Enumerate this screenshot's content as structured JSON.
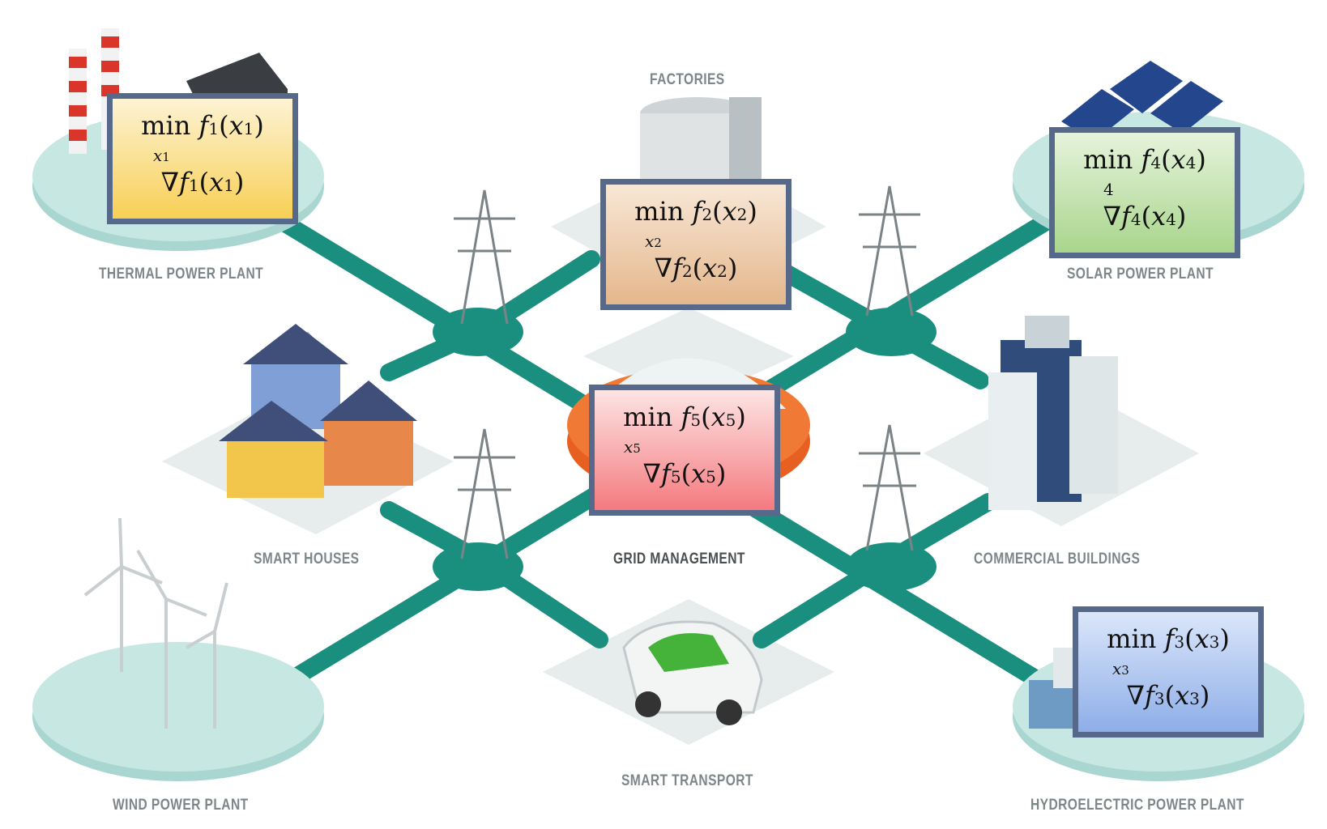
{
  "sites": {
    "thermal": "THERMAL POWER PLANT",
    "factories": "FACTORIES",
    "solar": "SOLAR POWER PLANT",
    "smart_houses": "SMART HOUSES",
    "grid": "GRID MANAGEMENT",
    "commercial": "COMMERCIAL BUILDINGS",
    "wind": "WIND POWER PLANT",
    "transport": "SMART TRANSPORT",
    "hydro": "HYDROELECTRIC POWER PLANT"
  },
  "nodes": [
    {
      "id": "1",
      "min": "min",
      "f": "f",
      "sub": "1",
      "arg": "x",
      "argsub": "1",
      "below": "x",
      "belowsub": "1",
      "grad": "∇",
      "color_top": "#fdf3d4",
      "color_bottom": "#f8cf55"
    },
    {
      "id": "2",
      "min": "min",
      "f": "f",
      "sub": "2",
      "arg": "x",
      "argsub": "2",
      "below": "x",
      "belowsub": "2",
      "grad": "∇",
      "color_top": "#f8e7d6",
      "color_bottom": "#e4b78c"
    },
    {
      "id": "4",
      "min": "min",
      "f": "f",
      "sub": "4",
      "arg": "x",
      "argsub": "4",
      "below": "4",
      "belowsub": "",
      "grad": "∇",
      "color_top": "#e6f3dc",
      "color_bottom": "#a9d58c"
    },
    {
      "id": "5",
      "min": "min",
      "f": "f",
      "sub": "5",
      "arg": "x",
      "argsub": "5",
      "below": "x",
      "belowsub": "5",
      "grad": "∇",
      "color_top": "#fde4e4",
      "color_bottom": "#f47a7f"
    },
    {
      "id": "3",
      "min": "min",
      "f": "f",
      "sub": "3",
      "arg": "x",
      "argsub": "3",
      "below": "x",
      "belowsub": "3",
      "grad": "∇",
      "color_top": "#dbe6fa",
      "color_bottom": "#8eaee8"
    }
  ],
  "colors": {
    "grid_line": "#1b8f7f",
    "platform": "#bde3de",
    "box_border": "#57698a"
  }
}
